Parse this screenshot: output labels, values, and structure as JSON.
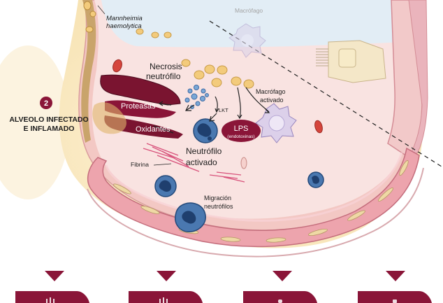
{
  "labels": {
    "mannheimia_1": "Mannheimia",
    "mannheimia_2": "haemolytica",
    "macrofago": "Macrófago",
    "necrosis_1": "Necrosis",
    "necrosis_2": "neutrófilo",
    "lkt": "LKT",
    "macrofago_activado_1": "Macrófago",
    "macrofago_activado_2": "activado",
    "proteasas": "Proteasas",
    "oxidantes": "Oxidantes",
    "lps": "LPS",
    "lps_sub": "(endotoxinas)",
    "neutrofilo_activado_1": "Neutrófilo",
    "neutrofilo_activado_2": "activado",
    "fibrina": "Fibrina",
    "migracion_1": "Migración",
    "migracion_2": "neutrófilos",
    "step_number": "2",
    "alveolo_1": "ALVEOLO INFECTADO",
    "alveolo_2": "E INFLAMADO"
  },
  "colors": {
    "accent": "#8a1538",
    "dark_red": "#6e0f25",
    "capillary": "#e8a0a8",
    "cream": "#fbecc8",
    "pink": "#f8dede",
    "alveolus_blue": "#e4eef6",
    "neutrophil": "#4a78b0",
    "bacteria": "#f3cb7c"
  },
  "bottom_icons": [
    "arrow-down-icon",
    "arrow-down-icon",
    "arrow-down-icon",
    "arrow-down-icon"
  ]
}
